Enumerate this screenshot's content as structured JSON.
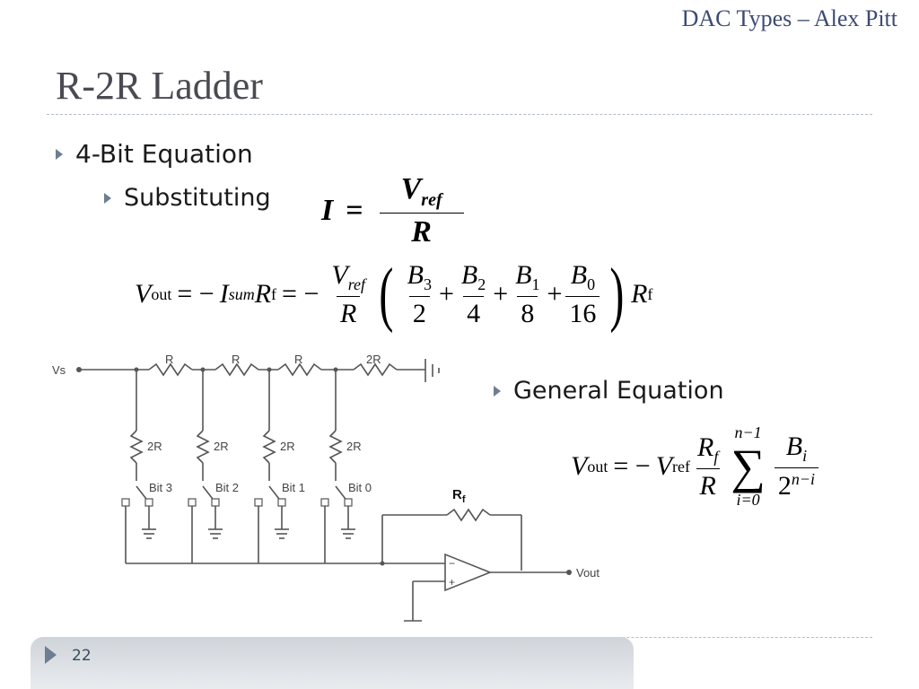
{
  "header": {
    "title": "DAC Types – Alex Pitt"
  },
  "slide": {
    "title": "R-2R Ladder",
    "number": "22"
  },
  "bullets": {
    "four_bit": "4-Bit Equation",
    "substituting": "Substituting",
    "general": "General Equation"
  },
  "equations": {
    "current": {
      "lhs": "I",
      "eq": "=",
      "num": "V",
      "num_sub": "ref",
      "den": "R"
    },
    "four_bit": {
      "vout": "V",
      "vout_sub": "out",
      "eq1": "= −",
      "i": "I",
      "i_sub": "sum",
      "r": "R",
      "r_sub": "f",
      "eq2": "= −",
      "vref": "V",
      "vref_sub": "ref",
      "rden": "R",
      "terms": [
        {
          "b": "B",
          "sub": "3",
          "den": "2"
        },
        {
          "b": "B",
          "sub": "2",
          "den": "4"
        },
        {
          "b": "B",
          "sub": "1",
          "den": "8"
        },
        {
          "b": "B",
          "sub": "0",
          "den": "16"
        }
      ],
      "plus": "+",
      "rf": "R",
      "rf_sub": "f"
    },
    "general": {
      "vout": "V",
      "vout_sub": "out",
      "eq": "= −",
      "vref": "V",
      "vref_sub": "ref",
      "rf": "R",
      "rf_sub": "f",
      "rden": "R",
      "sum_top": "n−1",
      "sigma": "∑",
      "sum_bottom": "i=0",
      "b": "B",
      "b_sub": "i",
      "base": "2",
      "exp": "n−i"
    }
  },
  "circuit": {
    "vs": "Vs",
    "vout": "Vout",
    "rf": "R",
    "rf_sub": "f",
    "series_resistors": [
      "R",
      "R",
      "R",
      "2R"
    ],
    "shunt_resistors": [
      "2R",
      "2R",
      "2R",
      "2R"
    ],
    "switches": [
      "Bit 3",
      "Bit 2",
      "Bit 1",
      "Bit 0"
    ],
    "opamp_minus": "−",
    "opamp_plus": "+"
  }
}
